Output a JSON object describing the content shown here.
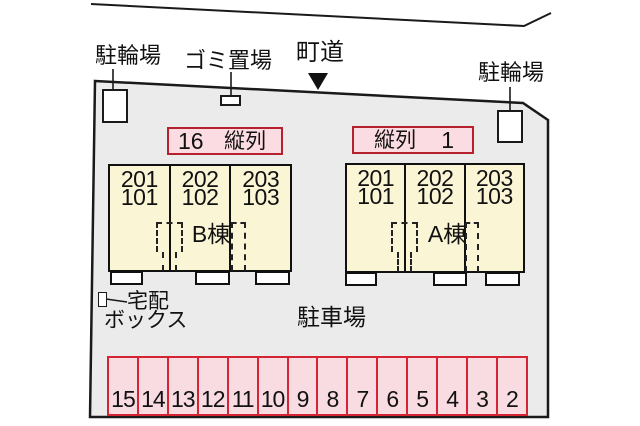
{
  "site": {
    "labels": {
      "bicycle_parking_left": "駐輪場",
      "garbage_area": "ゴミ置場",
      "town_road": "町道",
      "bicycle_parking_right": "駐輪場",
      "delivery_box_line1": "宅配",
      "delivery_box_line2": "ボックス",
      "parking_lot": "駐車場"
    },
    "tandem_left": {
      "number": "16",
      "label": "縦列"
    },
    "tandem_right": {
      "label": "縦列",
      "number": "1"
    },
    "buildings": {
      "b": {
        "name": "B棟",
        "units": [
          {
            "upper": "201",
            "lower": "101"
          },
          {
            "upper": "202",
            "lower": "102"
          },
          {
            "upper": "203",
            "lower": "103"
          }
        ]
      },
      "a": {
        "name": "A棟",
        "units": [
          {
            "upper": "201",
            "lower": "101"
          },
          {
            "upper": "202",
            "lower": "102"
          },
          {
            "upper": "203",
            "lower": "103"
          }
        ]
      }
    },
    "parking_stalls": [
      "15",
      "14",
      "13",
      "12",
      "11",
      "10",
      "9",
      "8",
      "7",
      "6",
      "5",
      "4",
      "3",
      "2"
    ],
    "colors": {
      "site_fill": "#ebebeb",
      "building_fill": "#faf5d5",
      "tandem_fill": "#fbdce2",
      "tandem_border": "#b5222d",
      "stall_fill": "#f9dbe2",
      "stall_border": "#d32533",
      "outline": "#1a1a1a"
    }
  }
}
